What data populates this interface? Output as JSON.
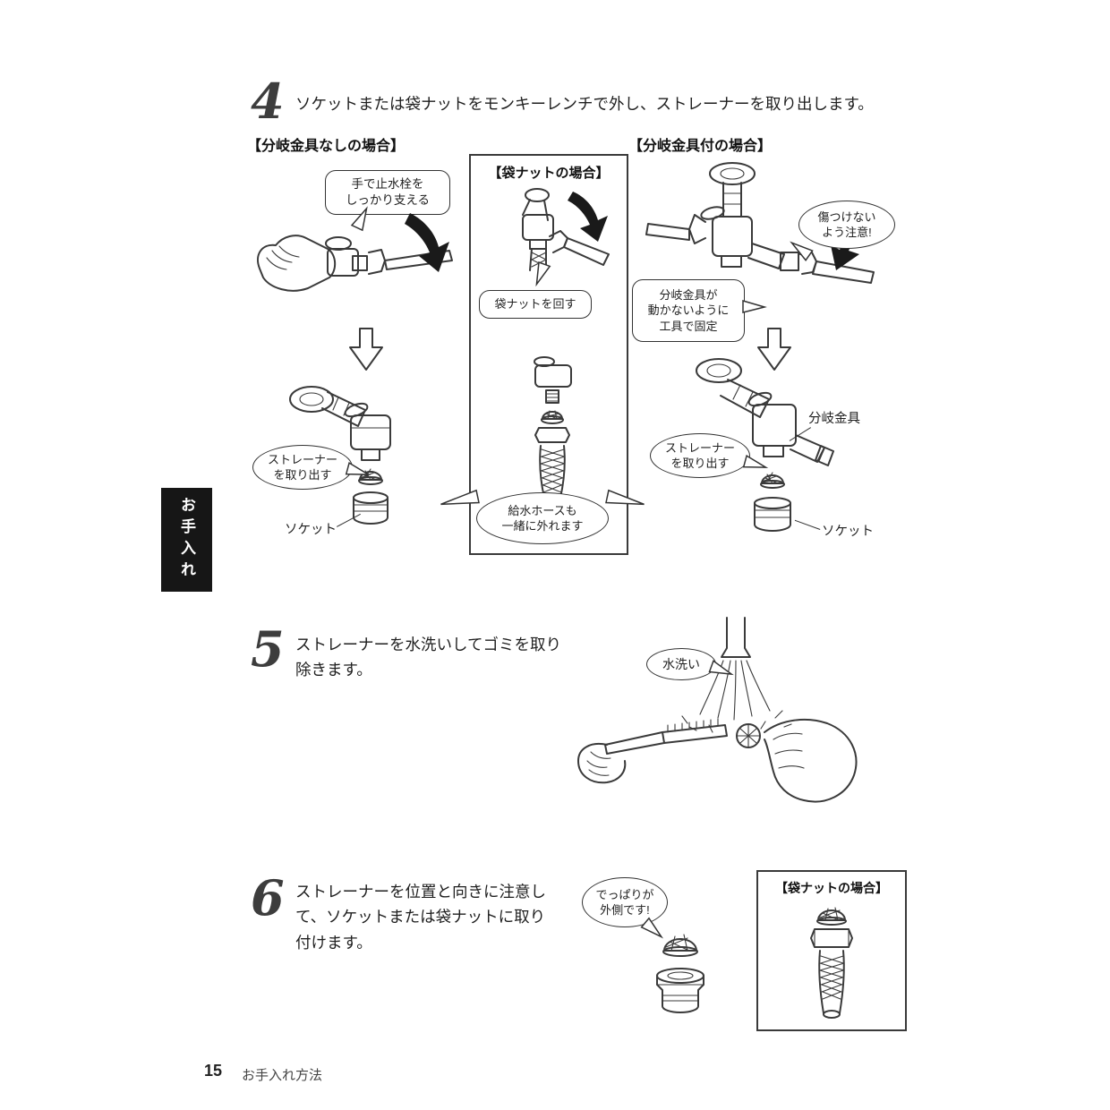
{
  "page": {
    "side_tab": "お手入れ",
    "footer": {
      "page_number": "15",
      "section": "お手入れ方法"
    }
  },
  "step4": {
    "number": "4",
    "instruction": "ソケットまたは袋ナットをモンキーレンチで外し、ストレーナーを取り出します。",
    "no_branch": {
      "header": "【分岐金具なしの場合】",
      "hold_bubble": "手で止水栓を\nしっかり支える",
      "strainer_callout": "ストレーナー\nを取り出す",
      "socket_label": "ソケット"
    },
    "cap_nut": {
      "header": "【袋ナットの場合】",
      "turn_callout": "袋ナットを回す",
      "hose_callout": "給水ホースも\n一緒に外れます"
    },
    "with_branch": {
      "header": "【分岐金具付の場合】",
      "caution_callout": "傷つけない\nよう注意!",
      "fix_callout": "分岐金具が\n動かないように\n工具で固定",
      "branch_label": "分岐金具",
      "strainer_callout": "ストレーナー\nを取り出す",
      "socket_label": "ソケット"
    }
  },
  "step5": {
    "number": "5",
    "instruction": "ストレーナーを水洗いしてゴミを取り\n除きます。",
    "wash_callout": "水洗い"
  },
  "step6": {
    "number": "6",
    "instruction": "ストレーナーを位置と向きに注意し\nて、ソケットまたは袋ナットに取り\n付けます。",
    "protrusion_callout": "でっぱりが\n外側です!",
    "cap_nut_header": "【袋ナットの場合】"
  }
}
